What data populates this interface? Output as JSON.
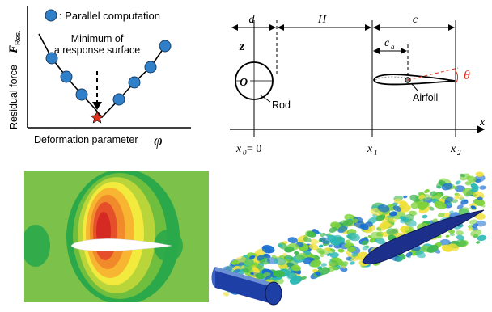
{
  "response_surface": {
    "legend_text": ": Parallel computation",
    "annotation_line1": "Minimum of",
    "annotation_line2": "a response surface",
    "y_axis_label": "Residual force",
    "y_axis_symbol": "F",
    "y_axis_subscript": "Res.",
    "x_axis_label": "Deformation parameter",
    "x_axis_symbol": "φ",
    "point_color": "#2f7fc9",
    "minimum_marker_color": "#e03020"
  },
  "geometry": {
    "label_d": "d",
    "label_H": "H",
    "label_c": "c",
    "label_ca": "c",
    "label_ca_sub": "a",
    "label_z": "z",
    "label_o": "O",
    "label_x": "x",
    "label_theta": "θ",
    "label_rod": "Rod",
    "label_airfoil": "Airfoil",
    "tick_x0": "x",
    "tick_x0_sub": "0",
    "tick_x0_eq": " = 0",
    "tick_x1": "x",
    "tick_x1_sub": "1",
    "tick_x2": "x",
    "tick_x2_sub": "2",
    "theta_color": "#e03020"
  },
  "pressure_contour": {
    "background_color": "#7cc24a",
    "palette": [
      "#2aa84a",
      "#6fbe3e",
      "#b9d53a",
      "#f2ea3c",
      "#f7b531",
      "#f08a2a",
      "#e5502a",
      "#d52a24"
    ]
  },
  "vortex_visualization": {
    "rod_color": "#1e3fa6",
    "airfoil_color": "#1c2f8a",
    "wake_colors": [
      "#7dd23a",
      "#3fb84e",
      "#2bb7b5",
      "#f0e03a",
      "#1a6fd0"
    ]
  }
}
